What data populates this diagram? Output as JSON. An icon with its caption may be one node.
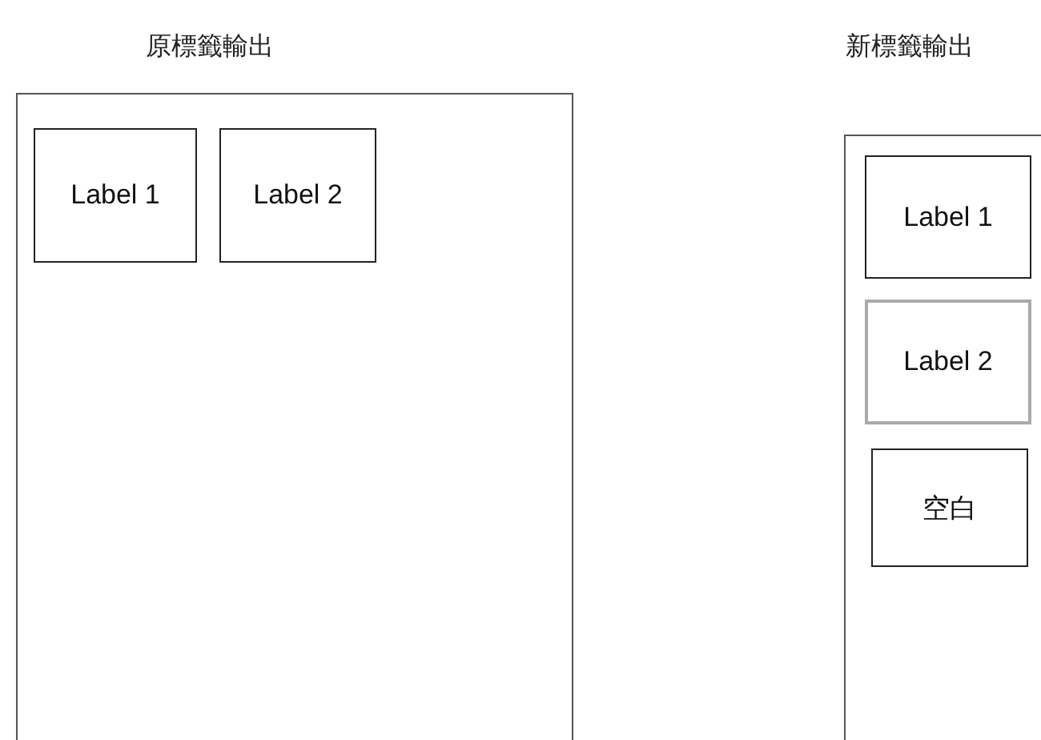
{
  "diagram": {
    "nodes": [
      {
        "text": [
          "原標籤輸出"
        ]
      },
      {
        "text": [
          "Label 1"
        ],
        "in": 0
      },
      {
        "text": [
          "Label 2"
        ],
        "in": 0
      },
      {
        "text": [
          "新標籤輸出"
        ]
      },
      {
        "text": [
          "Label 1"
        ],
        "in": 3
      },
      {
        "text": [
          "Label 2"
        ],
        "in": 3
      },
      {
        "text": [
          "空白"
        ],
        "in": 3
      }
    ]
  }
}
